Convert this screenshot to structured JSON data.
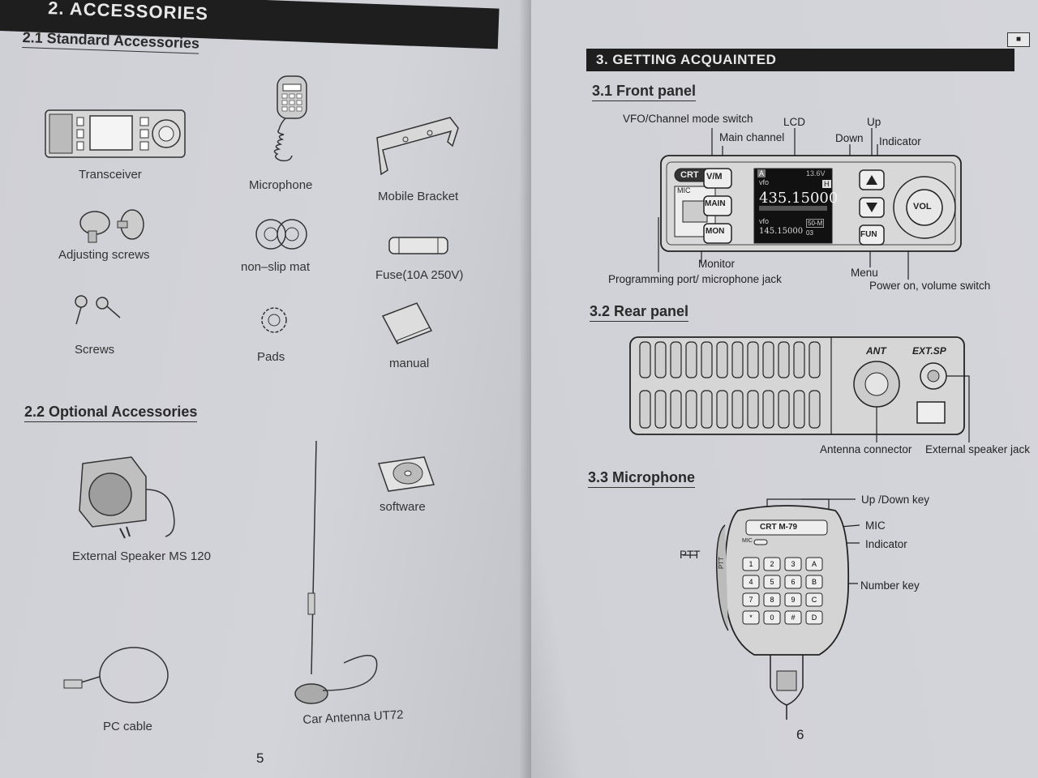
{
  "left_page": {
    "chapter": "2. ACCESSORIES",
    "section_standard": "2.1 Standard Accessories",
    "standard_items": [
      "Transceiver",
      "Microphone",
      "Mobile Bracket",
      "Adjusting screws",
      "non–slip mat",
      "Fuse(10A 250V)",
      "Screws",
      "Pads",
      "manual"
    ],
    "section_optional": "2.2 Optional Accessories",
    "optional_items": [
      "External Speaker MS 120",
      "software",
      "PC cable",
      "Car Antenna UT72"
    ],
    "page_number": "5"
  },
  "right_page": {
    "chapter": "3. GETTING ACQUAINTED",
    "section_front": "3.1 Front panel",
    "front_labels": {
      "vfo_switch": "VFO/Channel mode switch",
      "main_channel": "Main channel",
      "lcd": "LCD",
      "up": "Up",
      "down": "Down",
      "indicator": "Indicator",
      "monitor": "Monitor",
      "prog_port": "Programming port/ microphone jack",
      "menu": "Menu",
      "power": "Power on, volume switch"
    },
    "front_panel_ui": {
      "brand": "CRT",
      "mic": "MIC",
      "btn_vm": "V/M",
      "btn_main": "MAIN",
      "btn_mon": "MON",
      "btn_fun": "FUN",
      "knob": "VOL",
      "lcd_voltage": "13.6V",
      "lcd_mode": "vfo",
      "lcd_main_freq": "435.15000",
      "lcd_sub_freq": "145.15000",
      "lcd_badge_a": "A",
      "lcd_badge_h": "H",
      "lcd_side_tag": "50-M",
      "lcd_side_tag2": "03"
    },
    "section_rear": "3.2 Rear panel",
    "rear_labels": {
      "ant": "ANT",
      "ext_sp": "EXT.SP",
      "antenna_connector": "Antenna connector",
      "ext_speaker_jack": "External speaker jack"
    },
    "section_mic": "3.3 Microphone",
    "mic_labels": {
      "updown": "Up /Down key",
      "mic": "MIC",
      "indicator": "Indicator",
      "ptt": "PTT",
      "number_key": "Number key"
    },
    "mic_ui": {
      "brand": "CRT M-79",
      "mic_tag": "MIC",
      "ptt_side": "PTT",
      "keys": [
        [
          "1",
          "2",
          "3",
          "A"
        ],
        [
          "4",
          "5",
          "6",
          "B"
        ],
        [
          "7",
          "8",
          "9",
          "C"
        ],
        [
          "*",
          "0",
          "#",
          "D"
        ]
      ]
    },
    "page_number": "6"
  }
}
